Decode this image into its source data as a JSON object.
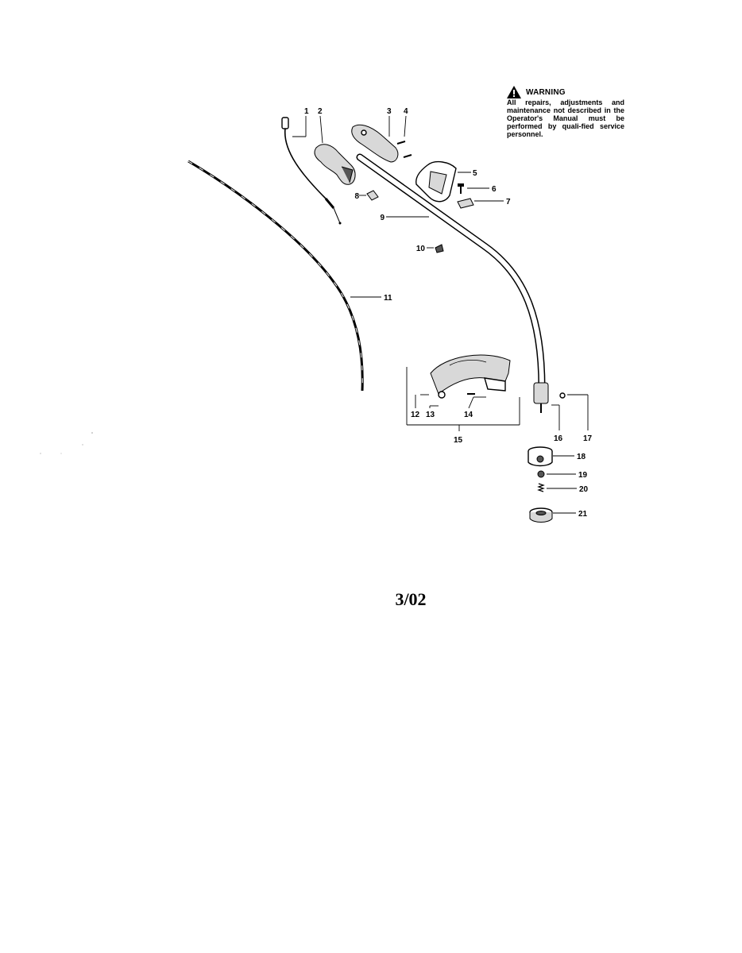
{
  "warning": {
    "title": "WARNING",
    "icon": "warning-triangle-icon",
    "text": "All repairs, adjustments and maintenance not described in the Operator's Manual must be performed by quali-fied service personnel."
  },
  "callouts": [
    "1",
    "2",
    "3",
    "4",
    "5",
    "6",
    "7",
    "8",
    "9",
    "10",
    "11",
    "12",
    "13",
    "14",
    "15",
    "16",
    "17",
    "18",
    "19",
    "20",
    "21"
  ],
  "date_code": "3/02"
}
